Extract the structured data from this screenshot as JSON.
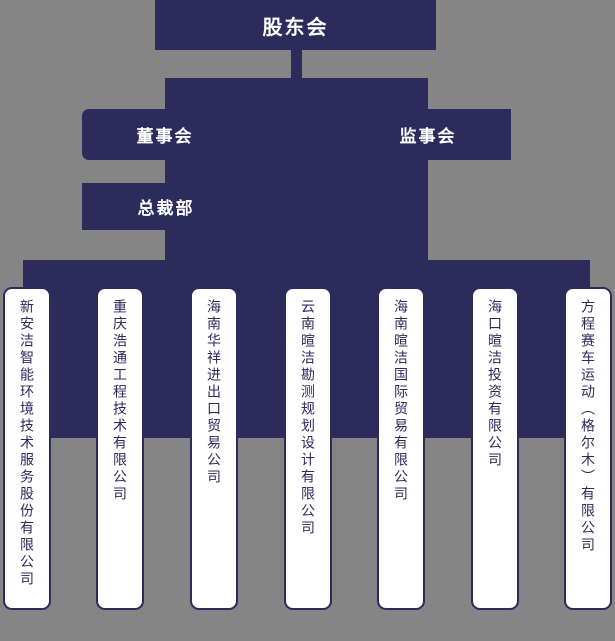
{
  "colors": {
    "navy": "#2d2a5c",
    "background": "#858585",
    "subsidiary_fill": "#ffffff",
    "header_text": "#ffffff"
  },
  "org": {
    "root": {
      "label": "股东会"
    },
    "level2": {
      "board": {
        "label": "董事会"
      },
      "supervisory": {
        "label": "监事会"
      }
    },
    "level3": {
      "president": {
        "label": "总裁部"
      }
    },
    "subsidiaries": [
      {
        "name": "新安洁智能环境技术服务股份有限公司"
      },
      {
        "name": "重庆浩通工程技术有限公司"
      },
      {
        "name": "海南华祥进出口贸易公司"
      },
      {
        "name": "云南暄洁勘测规划设计有限公司"
      },
      {
        "name": "海南暄洁国际贸易有限公司"
      },
      {
        "name": "海口暄洁投资有限公司"
      },
      {
        "name": "方程赛车运动（格尔木）有限公司"
      }
    ]
  }
}
